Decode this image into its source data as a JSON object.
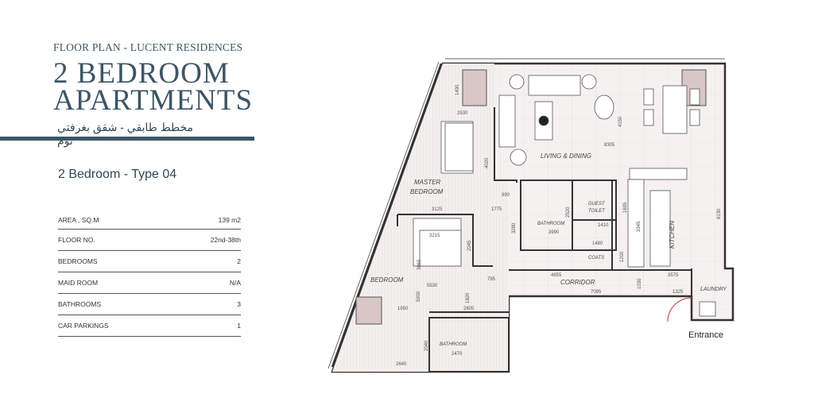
{
  "header": {
    "kicker": "FLOOR PLAN - LUCENT RESIDENCES",
    "title_line1": "2 BEDROOM",
    "title_line2": "APARTMENTS",
    "arabic_subtitle": "مخطط طابقي - شقق بغرفتي نوم"
  },
  "unit_type": "2 Bedroom - Type 04",
  "specs": [
    {
      "label": "AREA , SQ.M",
      "value": "139 m2"
    },
    {
      "label": "FLOOR NO.",
      "value": "22nd-38th"
    },
    {
      "label": "BEDROOMS",
      "value": "2"
    },
    {
      "label": "MAID ROOM",
      "value": "N/A"
    },
    {
      "label": "BATHROOMS",
      "value": "3"
    },
    {
      "label": "CAR PARKINGS",
      "value": "1"
    }
  ],
  "plan": {
    "rooms": {
      "master_bedroom_1": "MASTER",
      "master_bedroom_2": "BEDROOM",
      "living": "LIVING & DINING",
      "bathroom": "BATHROOM",
      "guest_toilet_1": "GUEST",
      "guest_toilet_2": "TOILET",
      "coats": "COATS",
      "kitchen": "KITCHEN",
      "bedroom": "BEDROOM",
      "corridor": "CORRIDOR",
      "laundry": "LAUNDRY",
      "bathroom2": "BATHROOM"
    },
    "entrance": "Entrance",
    "dimensions": {
      "d2530": "2530",
      "d1490": "1490",
      "d4020": "4020",
      "d4150": "4150",
      "d8305": "8305",
      "d990": "990",
      "d3125": "3125",
      "d1775": "1775",
      "d2520": "2520",
      "d1695": "1695",
      "d3215": "3215",
      "d3280": "3280",
      "d1410": "1410",
      "d3990": "3990",
      "d2045": "2045",
      "d3345": "3345",
      "d8130": "8130",
      "d1480": "1480",
      "d1200": "1200",
      "d3865": "3865",
      "d5900": "5900",
      "d795": "795",
      "d1820": "1820",
      "d4855": "4855",
      "d1030": "1030",
      "d3575": "3575",
      "d5530": "5530",
      "d7095": "7095",
      "d1325": "1325",
      "d1850": "1850",
      "d2605": "2605",
      "d2040": "2040",
      "d2470": "2470",
      "d2640": "2640"
    }
  }
}
